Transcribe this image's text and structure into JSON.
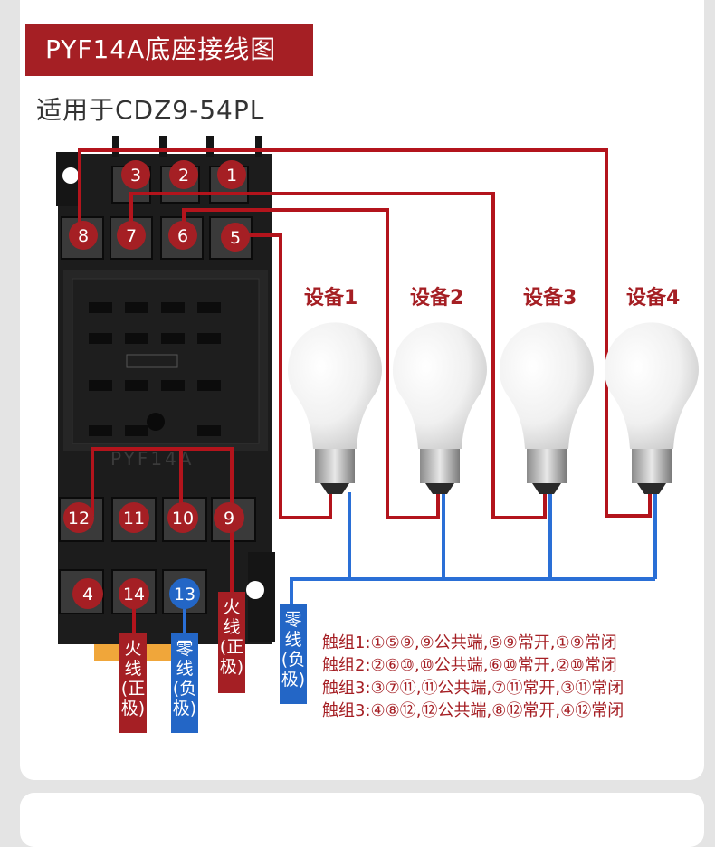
{
  "title": "PYF14A底座接线图",
  "subtitle": "适用于CDZ9-54PL",
  "socket": {
    "model_mark": "PYF14A",
    "top_terminals_row1": [
      "3",
      "2",
      "1"
    ],
    "top_terminals_row2": [
      "8",
      "7",
      "6",
      "5"
    ],
    "bottom_terminals_row1": [
      "12",
      "11",
      "10",
      "9"
    ],
    "bottom_terminals_row2": [
      "4",
      "14",
      "13"
    ]
  },
  "devices": [
    "设备1",
    "设备2",
    "设备3",
    "设备4"
  ],
  "labels": {
    "live_positive": "火线(正极)",
    "neutral_negative": "零线(负极)",
    "live_positive_2": "火线(正极)",
    "neutral_right": "零线(负极)"
  },
  "legend": [
    "触组1:①⑤⑨,⑨公共端,⑤⑨常开,①⑨常闭",
    "触组2:②⑥⑩,⑩公共端,⑥⑩常开,②⑩常闭",
    "触组3:③⑦⑪,⑪公共端,⑦⑪常开,③⑪常闭",
    "触组3:④⑧⑫,⑫公共端,⑧⑫常开,④⑫常闭"
  ],
  "colors": {
    "red": "#a51f24",
    "blue": "#2366c6",
    "wire_red": "#b3141c",
    "wire_blue": "#2a6fd6"
  }
}
